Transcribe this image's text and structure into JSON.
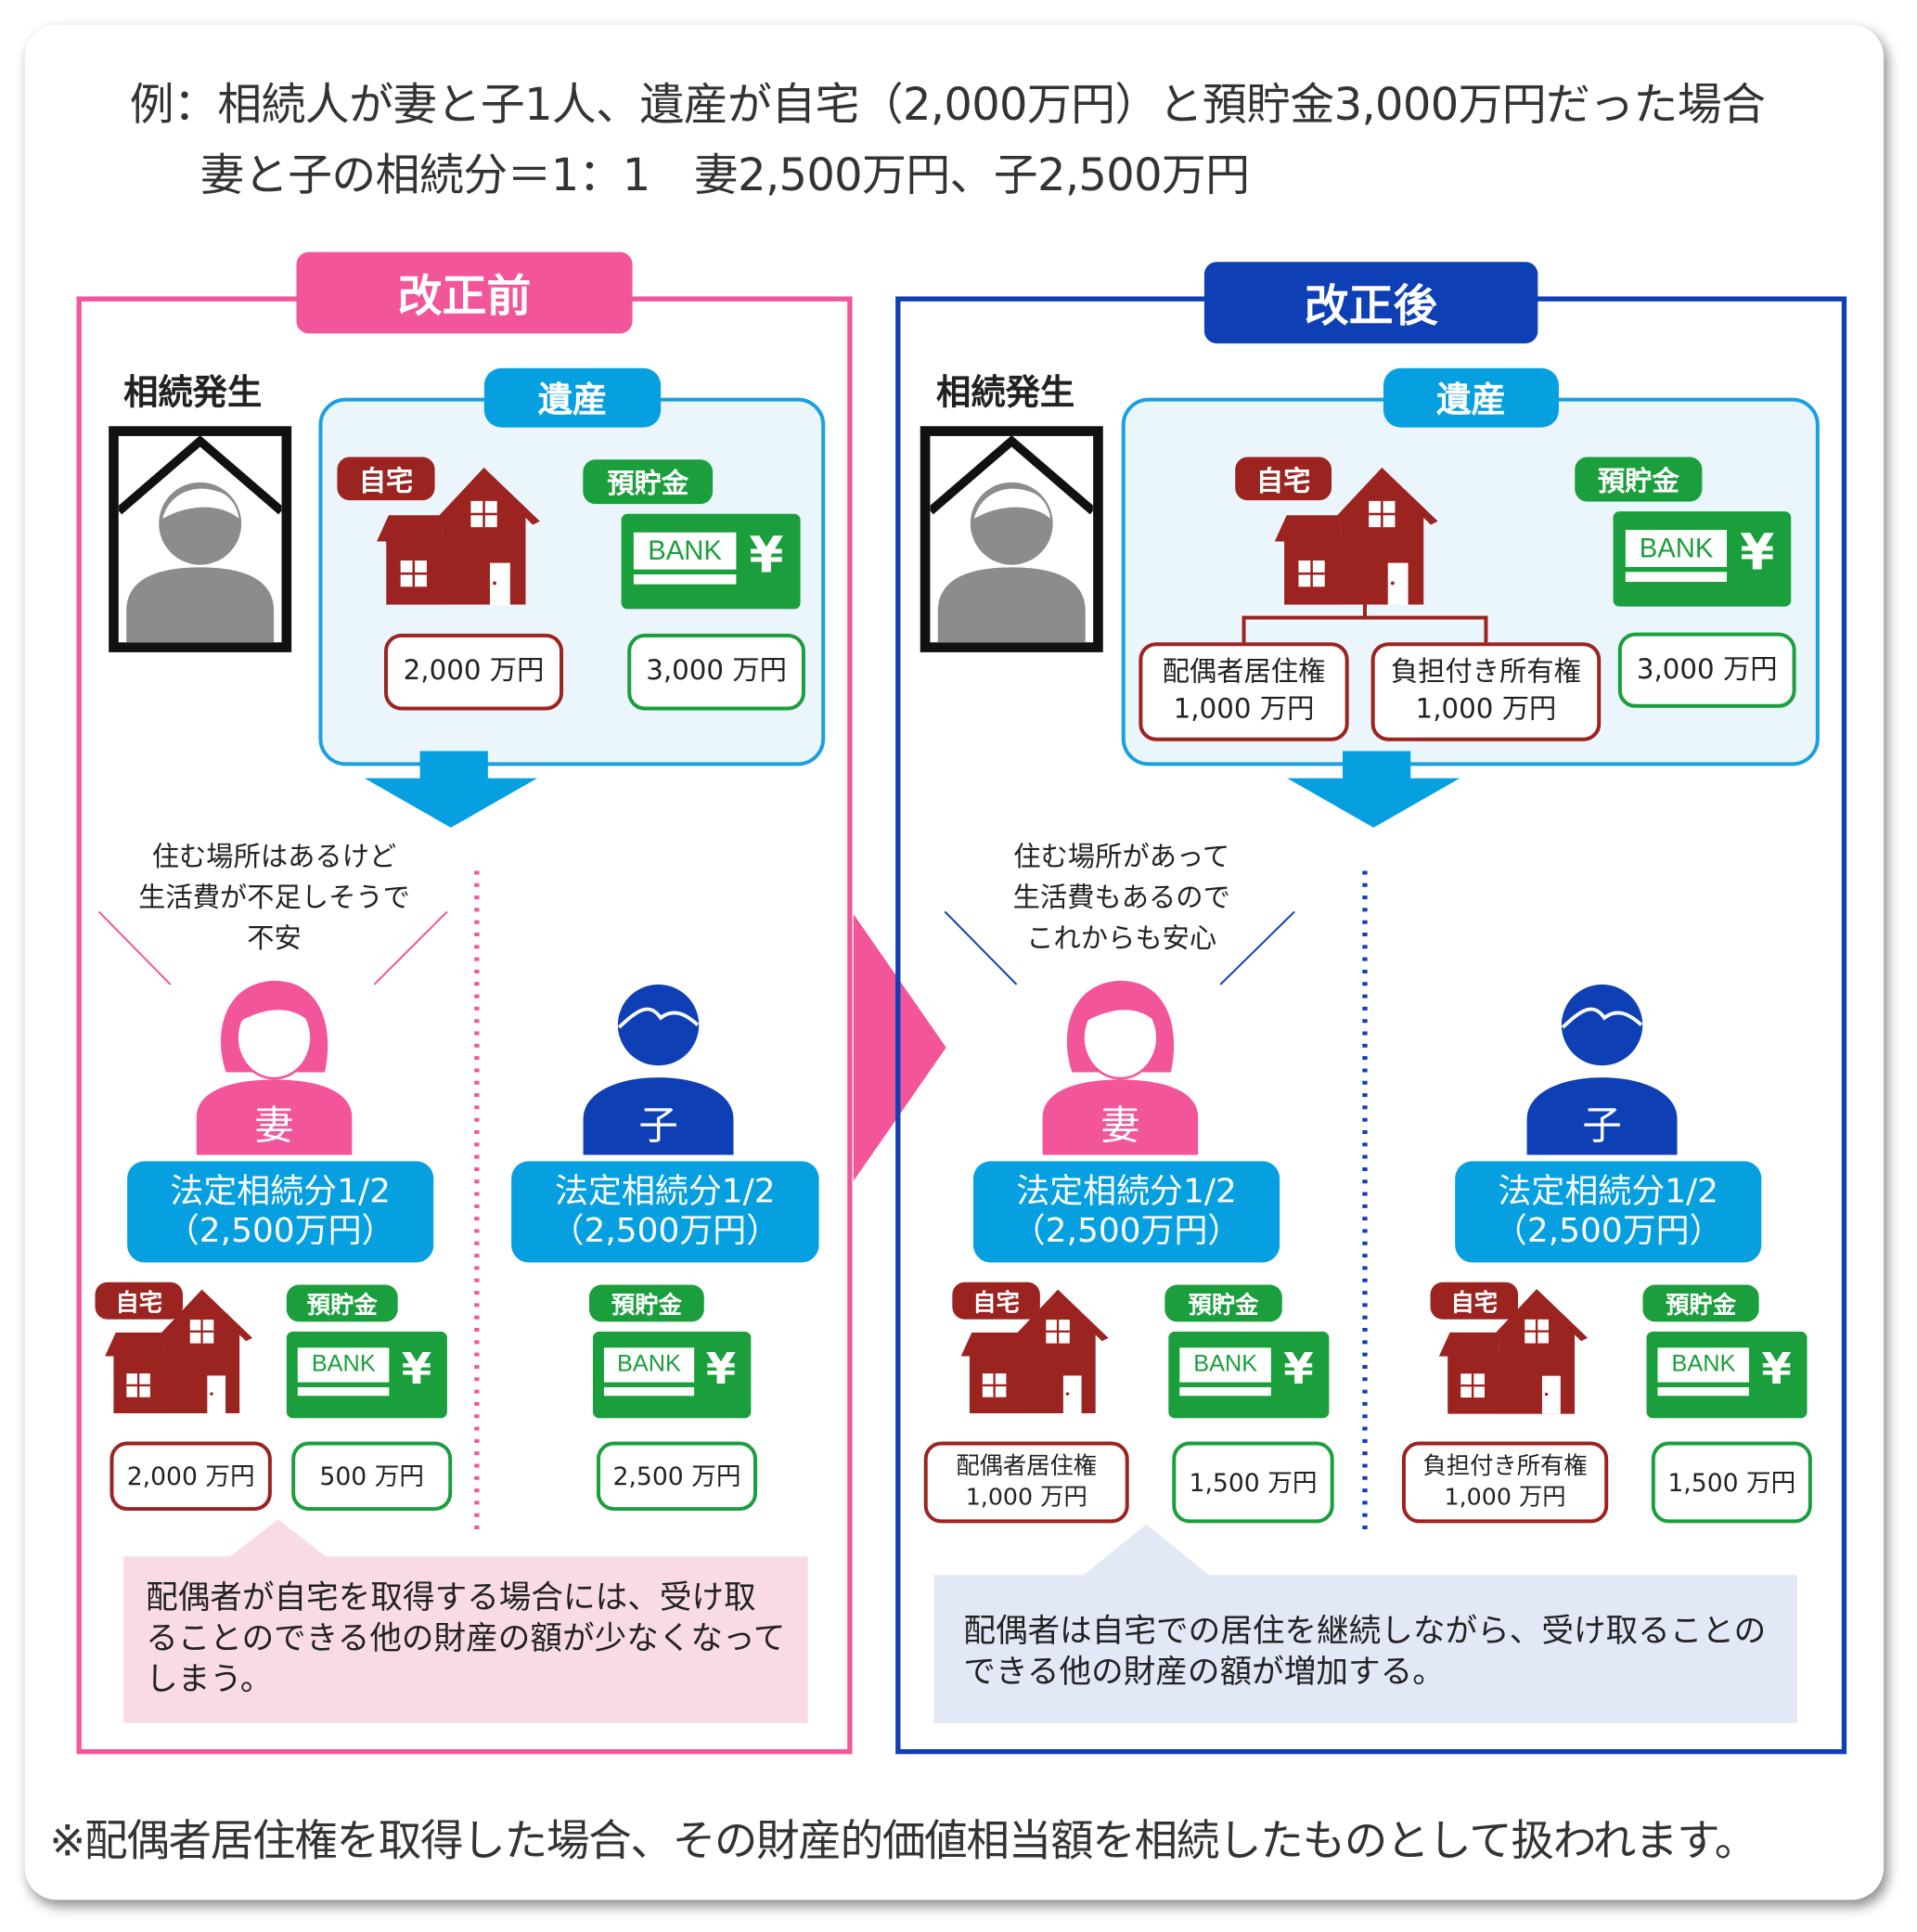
{
  "header": {
    "line1": "例：相続人が妻と子1人、遺産が自宅（2,000万円）と預貯金3,000万円だった場合",
    "line2": "妻と子の相続分＝1：1　妻2,500万円、子2,500万円"
  },
  "colors": {
    "before": "#f2559a",
    "after": "#0f3fb5",
    "estate": "#06a0e0",
    "house": "#9b2320",
    "savings": "#1a9f3c",
    "wife": "#f2559a",
    "child": "#0f3fb5"
  },
  "common": {
    "occurrence": "相続発生",
    "estate": "遺産",
    "home": "自宅",
    "savings": "預貯金",
    "bank": "BANK",
    "yen": "¥",
    "wife": "妻",
    "child": "子",
    "share_line1": "法定相続分1/2",
    "share_line2": "（2,500万円）"
  },
  "before": {
    "tag": "改正前",
    "estate_home_value": "2,000 万円",
    "estate_savings_value": "3,000 万円",
    "comment": [
      "住む場所はあるけど",
      "生活費が不足しそうで",
      "不安"
    ],
    "wife_home_value": "2,000 万円",
    "wife_savings_value": "500 万円",
    "child_savings_value": "2,500 万円",
    "callout": [
      "配偶者が自宅を取得する場合には、受け取",
      "ることのできる他の財産の額が少なくなって",
      "しまう。"
    ]
  },
  "after": {
    "tag": "改正後",
    "residence_right": "配偶者居住権",
    "residence_value": "1,000 万円",
    "burdened_ownership": "負担付き所有権",
    "burdened_value": "1,000 万円",
    "estate_savings_value": "3,000 万円",
    "comment": [
      "住む場所があって",
      "生活費もあるので",
      "これからも安心"
    ],
    "wife_savings_value": "1,500 万円",
    "child_savings_value": "1,500 万円",
    "callout": [
      "配偶者は自宅での居住を継続しながら、受け取ることの",
      "できる他の財産の額が増加する。"
    ]
  },
  "footnote": "※配偶者居住権を取得した場合、その財産的価値相当額を相続したものとして扱われます。"
}
